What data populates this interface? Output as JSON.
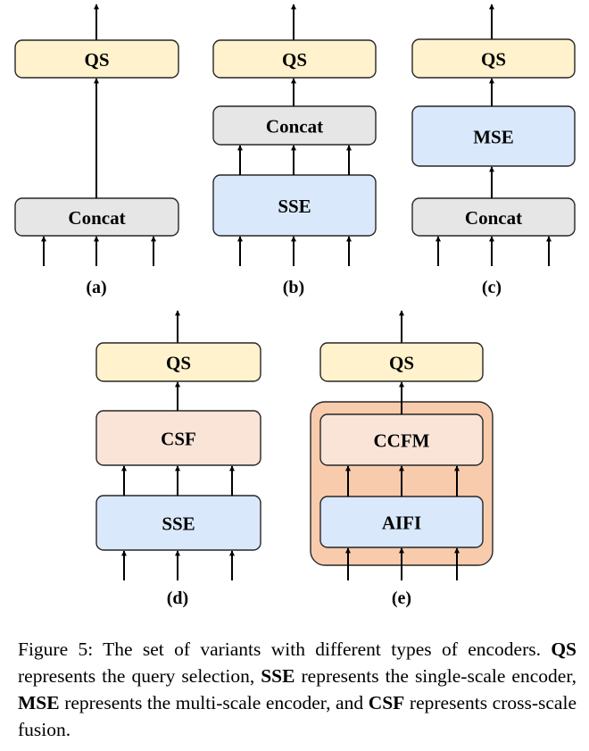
{
  "colors": {
    "qs": "#fff2cc",
    "concat": "#e6e6e6",
    "encoder_blue": "#dae8fc",
    "fusion_peach": "#fae4d8",
    "group_orange": "#f7cbac",
    "stroke": "#262626"
  },
  "panels": [
    {
      "id": "a",
      "label": "(a)",
      "blocks": [
        {
          "name": "QS",
          "type": "qs"
        },
        {
          "name": "Concat",
          "type": "concat"
        }
      ]
    },
    {
      "id": "b",
      "label": "(b)",
      "blocks": [
        {
          "name": "QS",
          "type": "qs"
        },
        {
          "name": "Concat",
          "type": "concat"
        },
        {
          "name": "SSE",
          "type": "encoder_blue"
        }
      ]
    },
    {
      "id": "c",
      "label": "(c)",
      "blocks": [
        {
          "name": "QS",
          "type": "qs"
        },
        {
          "name": "MSE",
          "type": "encoder_blue"
        },
        {
          "name": "Concat",
          "type": "concat"
        }
      ]
    },
    {
      "id": "d",
      "label": "(d)",
      "blocks": [
        {
          "name": "QS",
          "type": "qs"
        },
        {
          "name": "CSF",
          "type": "fusion_peach"
        },
        {
          "name": "SSE",
          "type": "encoder_blue"
        }
      ]
    },
    {
      "id": "e",
      "label": "(e)",
      "blocks": [
        {
          "name": "QS",
          "type": "qs"
        },
        {
          "name": "CCFM",
          "type": "fusion_peach"
        },
        {
          "name": "AIFI",
          "type": "encoder_blue"
        }
      ],
      "group": "group_orange"
    }
  ],
  "caption": {
    "prefix": "Figure 5: The set of variants with different types of encoders. ",
    "parts": [
      {
        "bold": "QS",
        "text": " represents the query selection, "
      },
      {
        "bold": "SSE",
        "text": " represents the single-scale encoder, "
      },
      {
        "bold": "MSE",
        "text": " represents the multi-scale encoder, and "
      },
      {
        "bold": "CSF",
        "text": " represents cross-scale fusion."
      }
    ]
  }
}
